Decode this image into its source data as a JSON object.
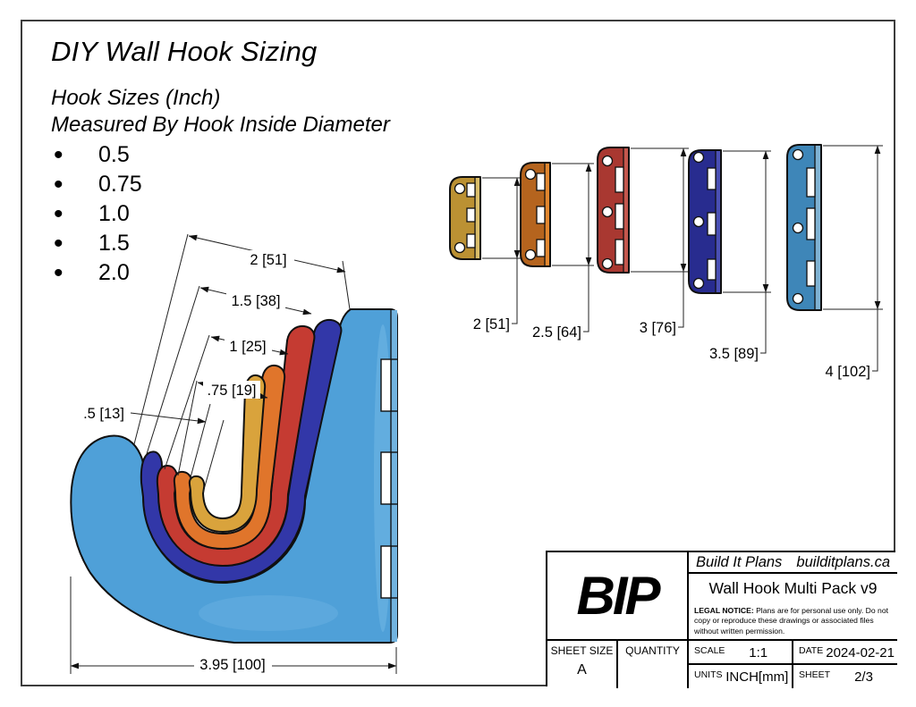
{
  "header": {
    "title": "DIY Wall Hook Sizing",
    "subtitle1": "Hook Sizes (Inch)",
    "subtitle2": "Measured By Hook Inside Diameter"
  },
  "hooks": [
    {
      "size": "0.5",
      "dim_label": ".5 [13]",
      "plate_dim_label": "2 [51]",
      "color": "#D9A33C",
      "plate_color": "#BB9133"
    },
    {
      "size": "0.75",
      "dim_label": ".75 [19]",
      "plate_dim_label": "2.5 [64]",
      "color": "#E0752B",
      "plate_color": "#B5641E"
    },
    {
      "size": "1.0",
      "dim_label": "1 [25]",
      "plate_dim_label": "3 [76]",
      "color": "#C53B32",
      "plate_color": "#A93831"
    },
    {
      "size": "1.5",
      "dim_label": "1.5 [38]",
      "plate_dim_label": "3.5 [89]",
      "color": "#3237A8",
      "plate_color": "#282C8F"
    },
    {
      "size": "2.0",
      "dim_label": "2 [51]",
      "plate_dim_label": "4 [102]",
      "color": "#4FA0D8",
      "plate_color": "#3E86B8"
    }
  ],
  "main_view": {
    "width_label": "3.95 [100]"
  },
  "title_block": {
    "logo": "BIP",
    "brand": "Build It Plans",
    "website": "builditplans.ca",
    "product": "Wall Hook Multi Pack v9",
    "legal_prefix": "LEGAL NOTICE:",
    "legal_rest": " Plans are for personal use only. Do not copy or reproduce these drawings or associated files without written permission.",
    "sheet_size_label": "SHEET SIZE",
    "sheet_size": "A",
    "quantity_label": "QUANTITY",
    "quantity": "",
    "scale_label": "SCALE",
    "scale": "1:1",
    "date_label": "DATE",
    "date": "2024-02-21",
    "units_label": "UNITS",
    "units": "INCH[mm]",
    "sheet_label": "SHEET",
    "sheet": "2/3"
  }
}
